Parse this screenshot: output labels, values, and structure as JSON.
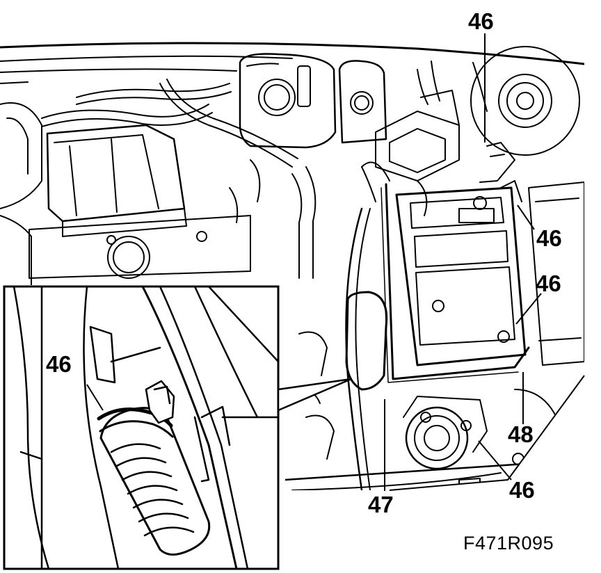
{
  "callouts": {
    "c_top": "46",
    "c_right_upper": "46",
    "c_right_mid": "46",
    "c_inset": "46",
    "c_bottom_left": "47",
    "c_bottom_right": "46",
    "c_right_lower": "48"
  },
  "figure_code": "F471R095",
  "colors": {
    "ink": "#000000",
    "paper": "#ffffff",
    "shade": "#7a7a7a"
  }
}
